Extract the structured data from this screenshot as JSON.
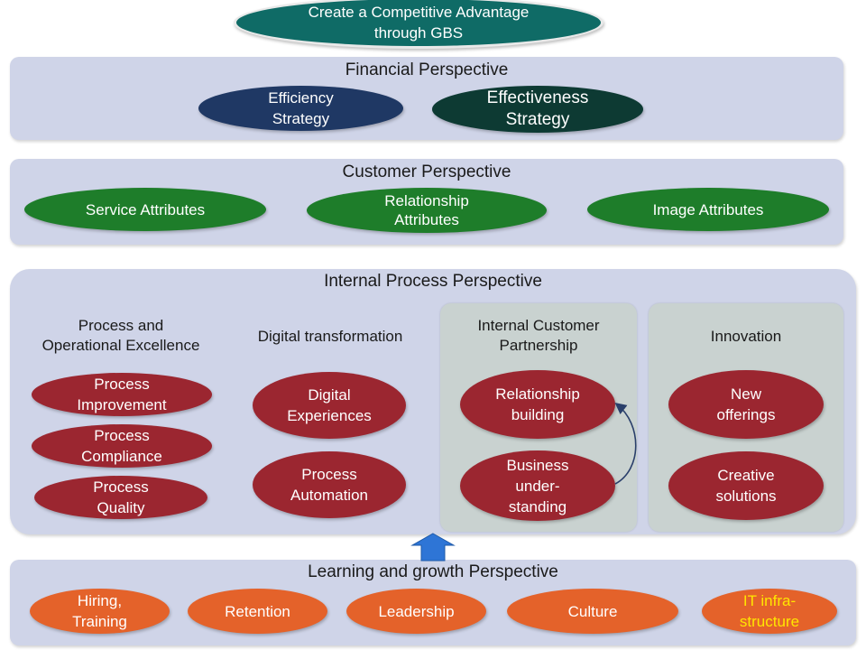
{
  "top_goal": {
    "text": "Create a Competitive Advantage\nthrough GBS"
  },
  "financial": {
    "title": "Financial Perspective",
    "items": [
      {
        "text": "Efficiency\nStrategy"
      },
      {
        "text": "Effectiveness\nStrategy"
      }
    ]
  },
  "customer": {
    "title": "Customer Perspective",
    "items": [
      {
        "text": "Service Attributes"
      },
      {
        "text": "Relationship\nAttributes"
      },
      {
        "text": "Image Attributes"
      }
    ]
  },
  "internal": {
    "title": "Internal Process Perspective",
    "groups": [
      {
        "title": "Process and\nOperational Excellence",
        "items": [
          {
            "text": "Process\nImprovement"
          },
          {
            "text": "Process\nCompliance"
          },
          {
            "text": "Process\nQuality"
          }
        ]
      },
      {
        "title": "Digital transformation",
        "items": [
          {
            "text": "Digital\nExperiences"
          },
          {
            "text": "Process\nAutomation"
          }
        ]
      },
      {
        "title": "Internal Customer\nPartnership",
        "items": [
          {
            "text": "Relationship\nbuilding"
          },
          {
            "text": "Business\nunder-\nstanding"
          }
        ]
      },
      {
        "title": "Innovation",
        "items": [
          {
            "text": "New\nofferings"
          },
          {
            "text": "Creative\nsolutions"
          }
        ]
      }
    ]
  },
  "learning": {
    "title": "Learning and growth Perspective",
    "items": [
      {
        "text": "Hiring,\nTraining"
      },
      {
        "text": "Retention"
      },
      {
        "text": "Leadership"
      },
      {
        "text": "Culture"
      },
      {
        "text": "IT infra-\nstructure"
      }
    ]
  },
  "colors": {
    "panel": "#cfd4e8",
    "sub_panel": "#c9d2d0",
    "navy": "#1f3864",
    "dark_green": "#0d3a33",
    "teal": "#0f6b66",
    "green": "#1e7d2a",
    "red": "#9b2630",
    "orange": "#e4622a",
    "highlight_text": "#ffe600",
    "arrow": "#2e75d6"
  },
  "icons": [
    "up-arrow-icon",
    "curved-arrow-icon"
  ]
}
